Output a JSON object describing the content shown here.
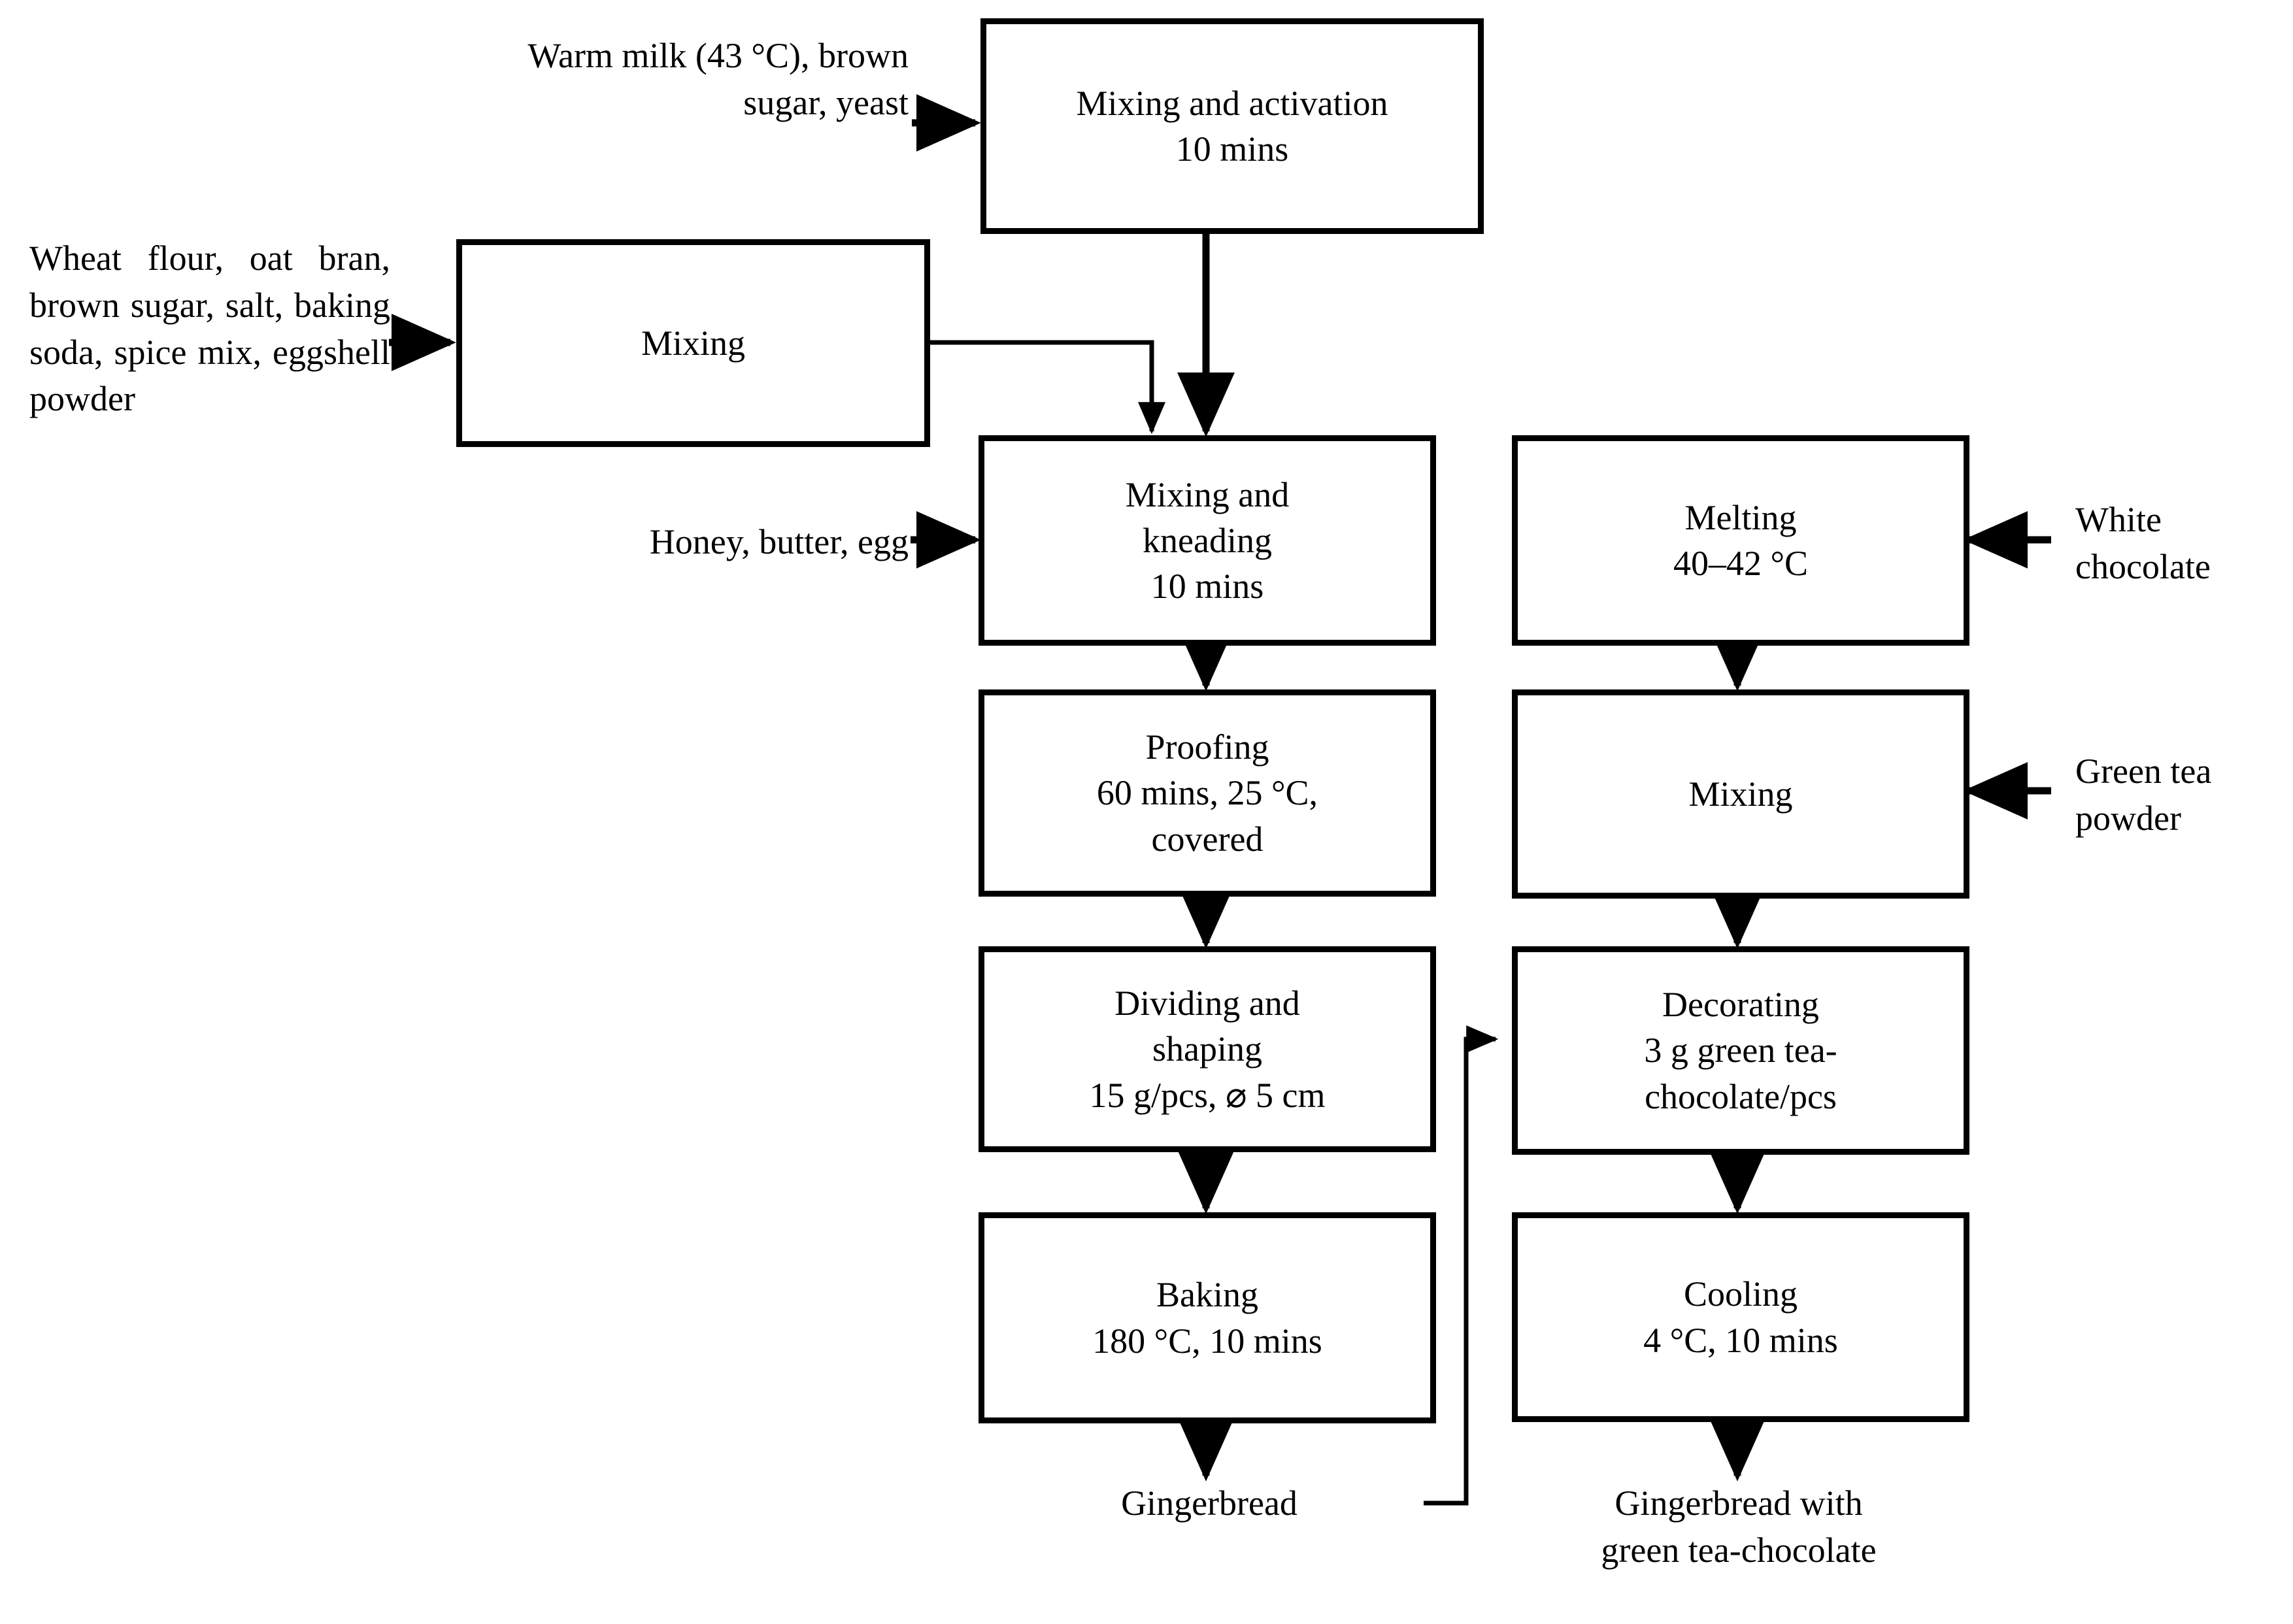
{
  "diagram": {
    "title": "Gingerbread with green tea-chocolate production flow chart",
    "type": "process-flow-chart",
    "line_color": "#000000",
    "box_fill": "#ffffff",
    "nodes": {
      "mixing_activation": {
        "lines": [
          "Mixing and activation",
          "10 mins"
        ]
      },
      "mixing_dry": {
        "lines": [
          "Mixing"
        ]
      },
      "mixing_kneading": {
        "lines": [
          "Mixing and",
          "kneading",
          "10 mins"
        ]
      },
      "proofing": {
        "lines": [
          "Proofing",
          "60 mins, 25 °C,",
          "covered"
        ]
      },
      "dividing_shaping": {
        "lines": [
          "Dividing and",
          "shaping",
          "15 g/pcs, ⌀ 5 cm"
        ]
      },
      "baking": {
        "lines": [
          "Baking",
          "180 °C, 10 mins"
        ]
      },
      "melting": {
        "lines": [
          "Melting",
          "40–42 °C"
        ]
      },
      "mixing_chocolate": {
        "lines": [
          "Mixing"
        ]
      },
      "decorating": {
        "lines": [
          "Decorating",
          "3 g green tea-",
          "chocolate/pcs"
        ]
      },
      "cooling": {
        "lines": [
          "Cooling",
          "4 °C, 10 mins"
        ]
      }
    },
    "inputs": {
      "warm_milk": "Warm milk (43 °C), brown\nsugar, yeast",
      "dry_ingredients": "Wheat flour, oat bran, brown sugar, salt, baking soda, spice mix, eggshell powder",
      "honey_butter_egg": "Honey, butter, egg",
      "white_chocolate": "White\nchocolate",
      "green_tea_powder": "Green tea\npowder"
    },
    "outputs": {
      "gingerbread": "Gingerbread",
      "gingerbread_final": "Gingerbread with\ngreen tea-chocolate"
    }
  }
}
